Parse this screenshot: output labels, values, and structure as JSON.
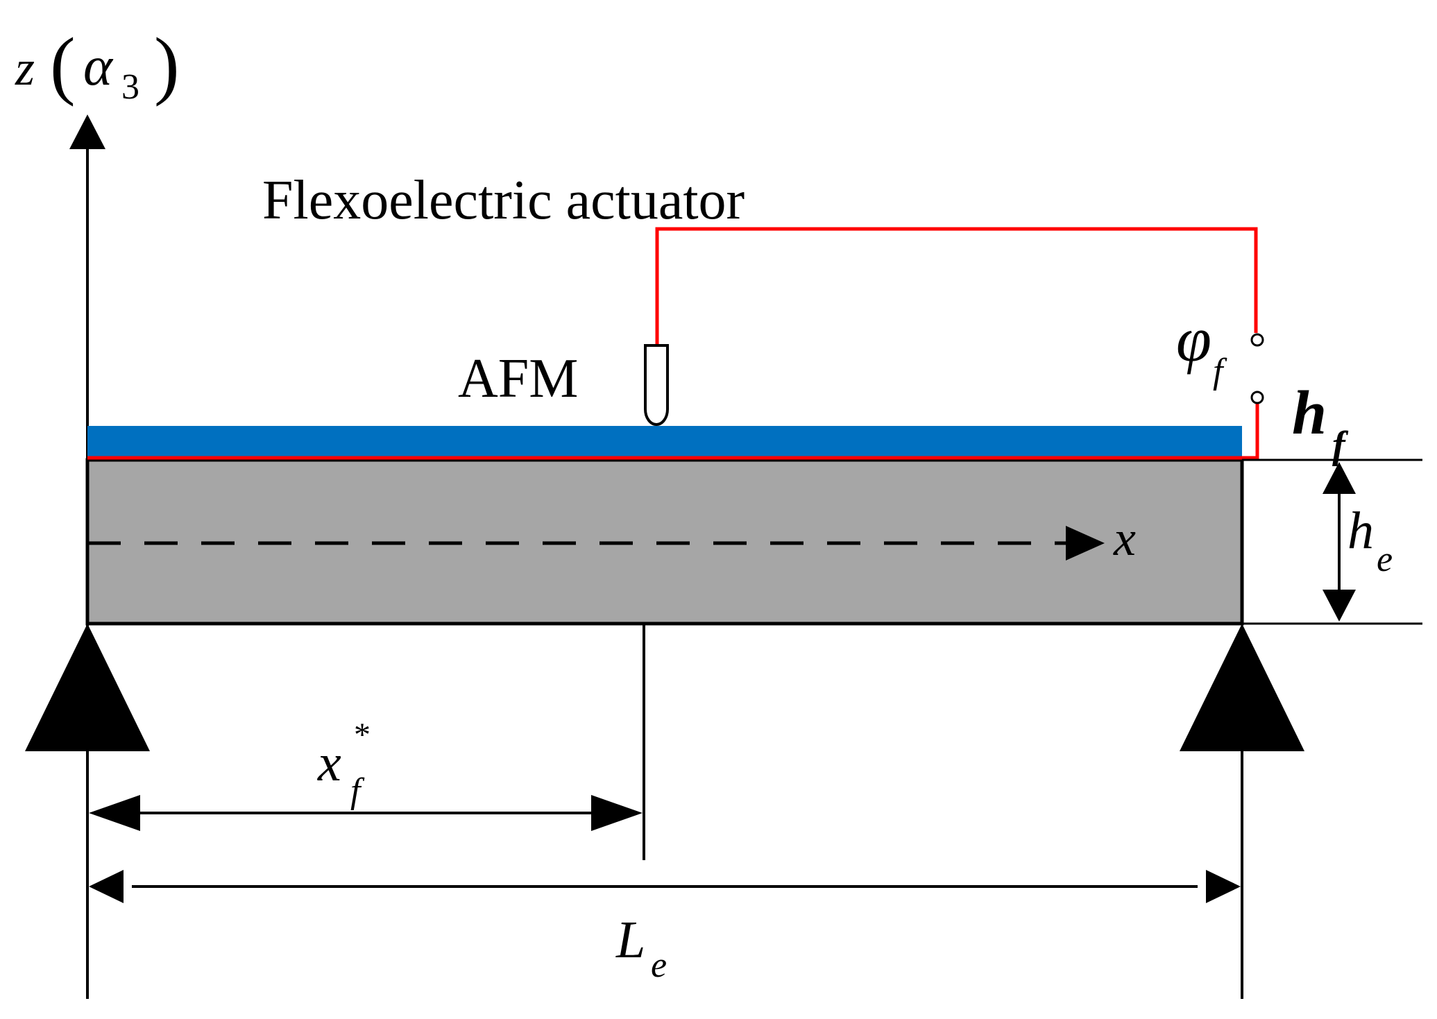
{
  "labels": {
    "z_axis": {
      "main": "z",
      "paren_open": "(",
      "alpha": "α",
      "alpha_sub": "3",
      "paren_close": ")"
    },
    "title": "Flexoelectric actuator",
    "afm": "AFM",
    "phi": {
      "main": "φ",
      "sub": "f"
    },
    "hf": {
      "main": "h",
      "sub": "f"
    },
    "he": {
      "main": "h",
      "sub": "e"
    },
    "x_axis": "x",
    "xf": {
      "main": "x",
      "sup": "*",
      "sub": "f"
    },
    "Le": {
      "main": "L",
      "sub": "e"
    }
  },
  "colors": {
    "beam_fill": "#a6a6a6",
    "film_fill": "#0070c0",
    "wire": "#ff0000",
    "line": "#000000"
  }
}
